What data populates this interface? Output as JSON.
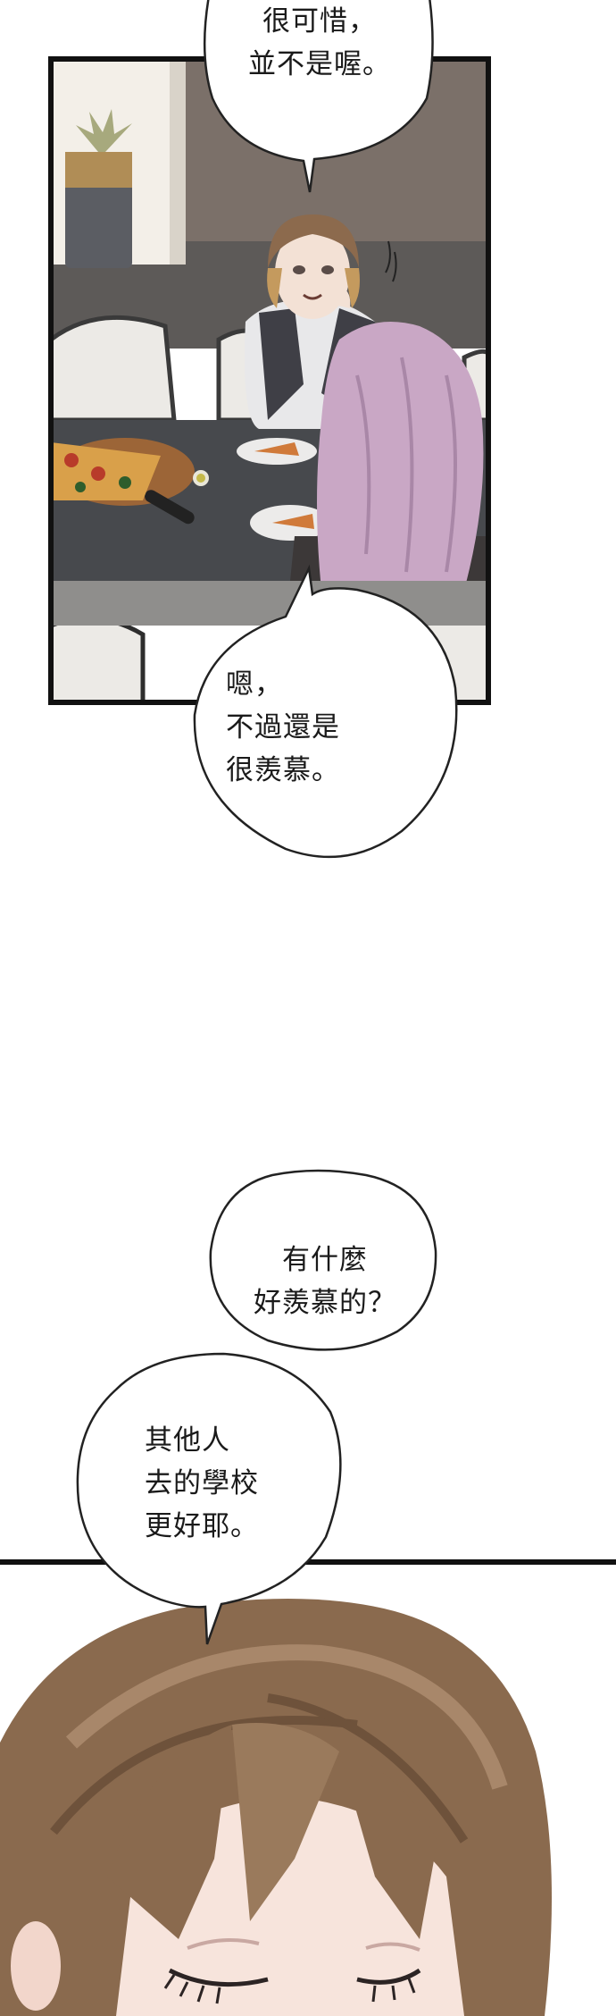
{
  "bubbles": [
    {
      "lines": [
        "很可惜，",
        "並不是喔。"
      ]
    },
    {
      "lines": [
        "嗯，",
        "不過還是",
        "很羨慕。"
      ]
    },
    {
      "lines": [
        "有什麼",
        "好羨慕的？"
      ]
    },
    {
      "lines": [
        "其他人",
        "去的學校",
        "更好耶。"
      ]
    }
  ],
  "colors": {
    "border": "#111111",
    "wall": "#7a7068",
    "table": "#45474b",
    "hair_brown": "#8a6a4c",
    "hair_purple": "#c7a3c2",
    "skin": "#f6e3d9"
  }
}
